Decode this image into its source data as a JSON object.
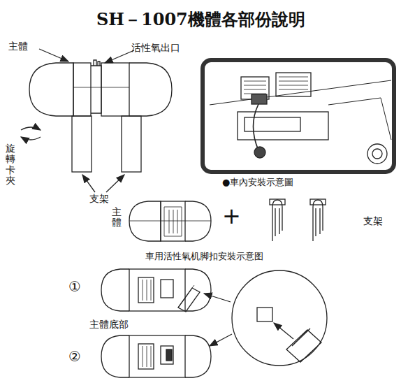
{
  "diagram": {
    "title": "SH－1007機體各部份說明",
    "labels": [
      "主體",
      "活性氧出口",
      "旋轉卡夾",
      "支架",
      "●車內安裝示意圖",
      "主體",
      "+",
      "支架",
      "車用活性氧机脚扣安裝示意图",
      "①",
      "主體底部",
      "②"
    ]
  }
}
